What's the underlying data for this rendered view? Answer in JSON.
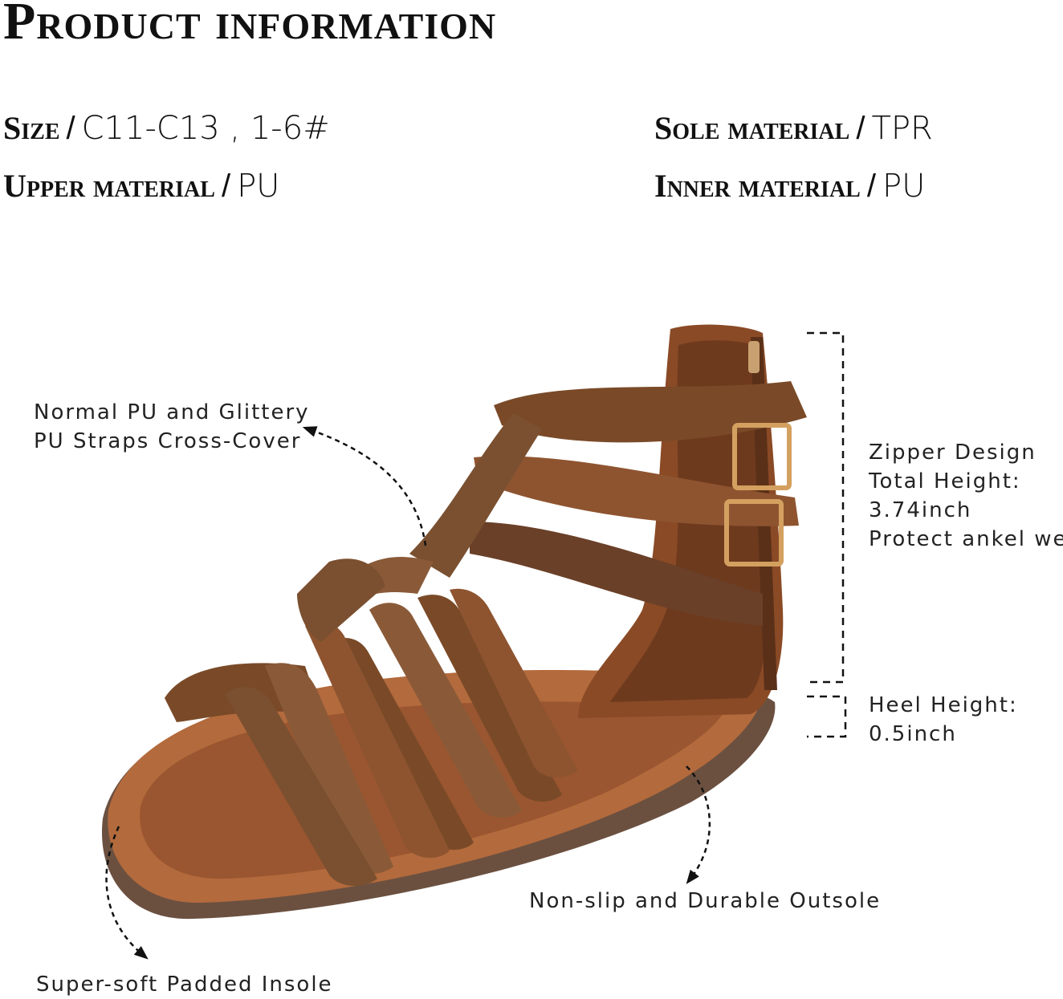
{
  "title": "Product information",
  "specs": {
    "size": {
      "key": "Size",
      "sep": "/",
      "value": "C11-C13 , 1-6#"
    },
    "upper": {
      "key": "Upper material",
      "sep": "/",
      "value": "PU"
    },
    "sole": {
      "key": "Sole material",
      "sep": "/",
      "value": "TPR"
    },
    "inner": {
      "key": "Inner material",
      "sep": "/",
      "value": "PU"
    }
  },
  "notes": {
    "straps": [
      "Normal PU and Glittery",
      "PU Straps  Cross-Cover"
    ],
    "zipper": [
      "Zipper Design",
      "Total Height:",
      "3.74inch",
      "Protect ankel well"
    ],
    "heel": [
      "Heel Height:",
      "0.5inch"
    ],
    "outsole": "Non-slip and Durable Outsole",
    "insole": "Super-soft Padded Insole"
  },
  "colors": {
    "leather": "#8a4a26",
    "bronze": "#7a5030",
    "insole": "#b36a3c",
    "sole": "#6b5040"
  },
  "icons": [
    "gladiator-sandal-illustration",
    "dashed-arrow-icon"
  ]
}
